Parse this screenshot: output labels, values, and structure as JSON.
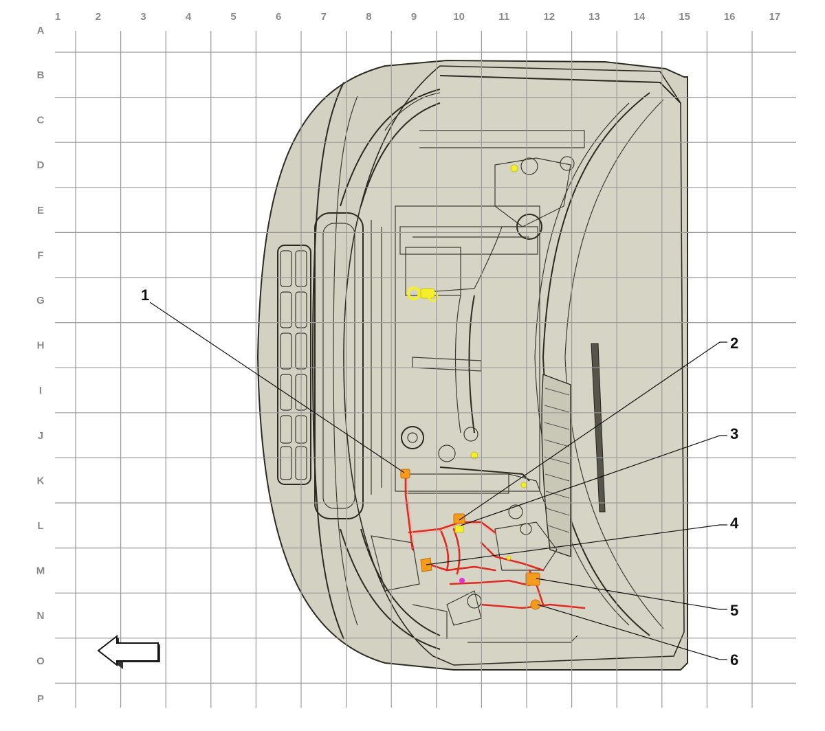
{
  "column_labels": [
    "1",
    "2",
    "3",
    "4",
    "5",
    "6",
    "7",
    "8",
    "9",
    "10",
    "11",
    "12",
    "13",
    "14",
    "15",
    "16",
    "17"
  ],
  "row_labels": [
    "A",
    "B",
    "C",
    "D",
    "E",
    "F",
    "G",
    "H",
    "I",
    "J",
    "K",
    "L",
    "M",
    "N",
    "O",
    "P"
  ],
  "callouts": [
    {
      "id": "1",
      "label": "1"
    },
    {
      "id": "2",
      "label": "2"
    },
    {
      "id": "3",
      "label": "3"
    },
    {
      "id": "4",
      "label": "4"
    },
    {
      "id": "5",
      "label": "5"
    },
    {
      "id": "6",
      "label": "6"
    }
  ],
  "colors": {
    "body_fill": "#d3d1c1",
    "grid": "#9a9a9a",
    "harness": "#e02a20",
    "connector_orange": "#f59b1c",
    "marker_yellow": "#f4ef2a",
    "marker_magenta": "#e430d8",
    "header_text": "#8a8a8a"
  },
  "icons": {
    "direction_arrow": "arrow-left-icon"
  }
}
